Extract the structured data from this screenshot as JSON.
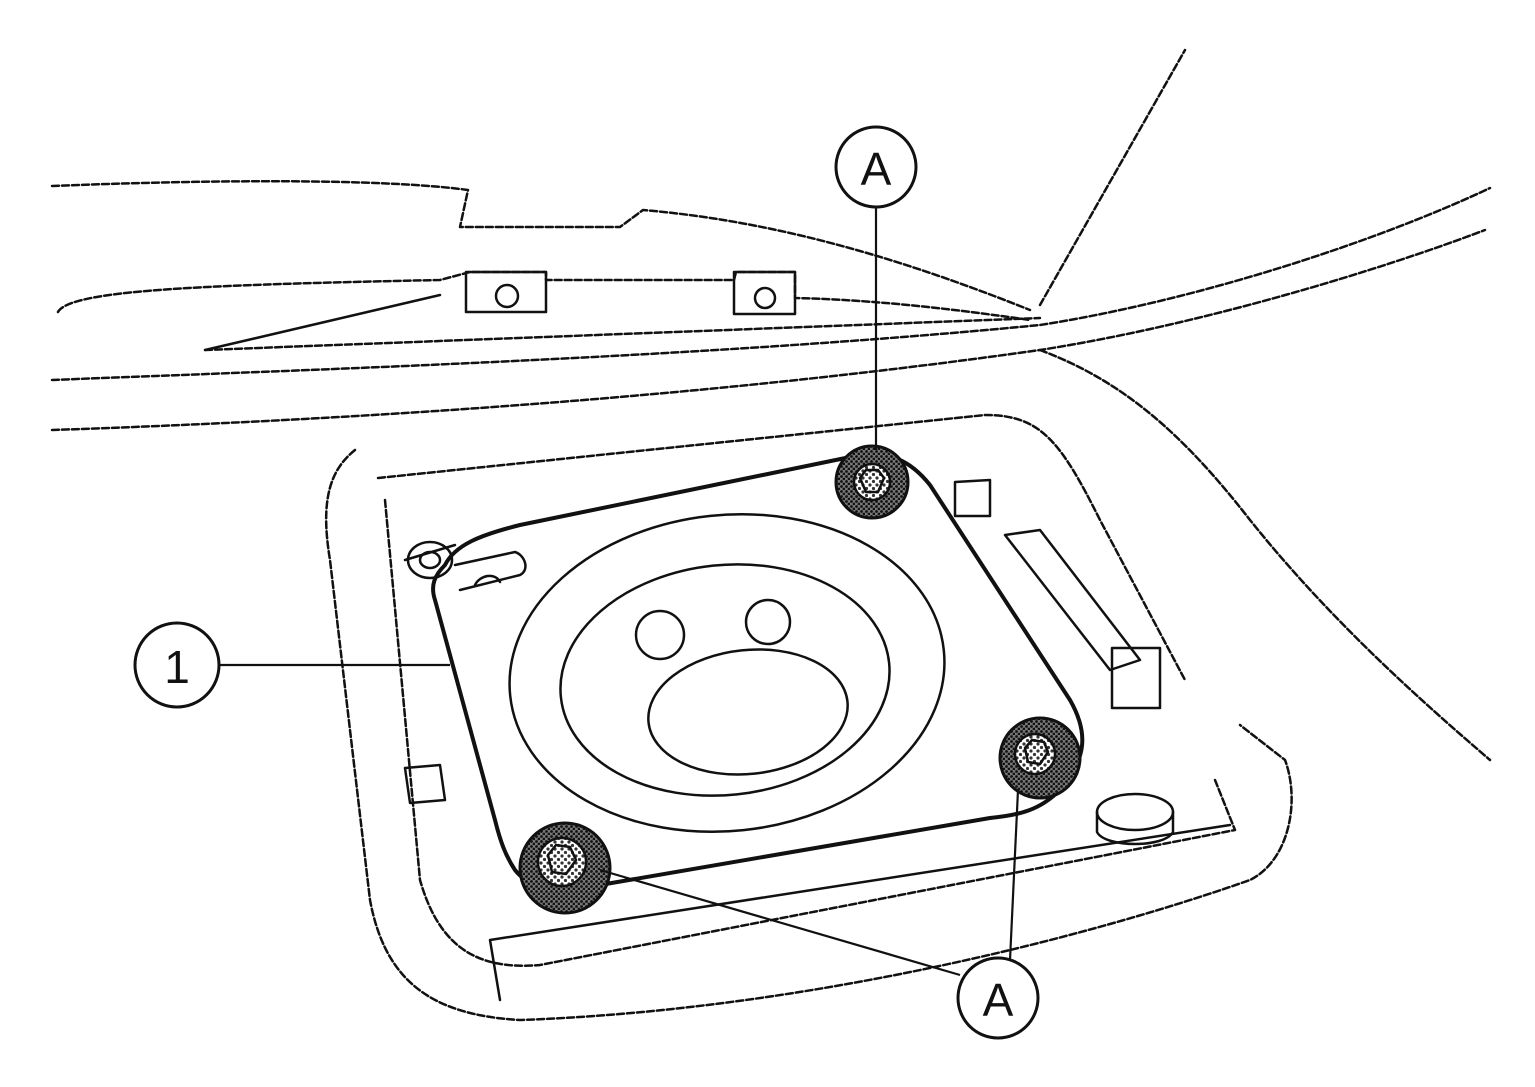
{
  "callouts": {
    "part_number": "1",
    "fastener_top": "A",
    "fastener_bottom": "A"
  },
  "colors": {
    "line": "#111111",
    "stipple": "#555555",
    "background": "#ffffff"
  }
}
